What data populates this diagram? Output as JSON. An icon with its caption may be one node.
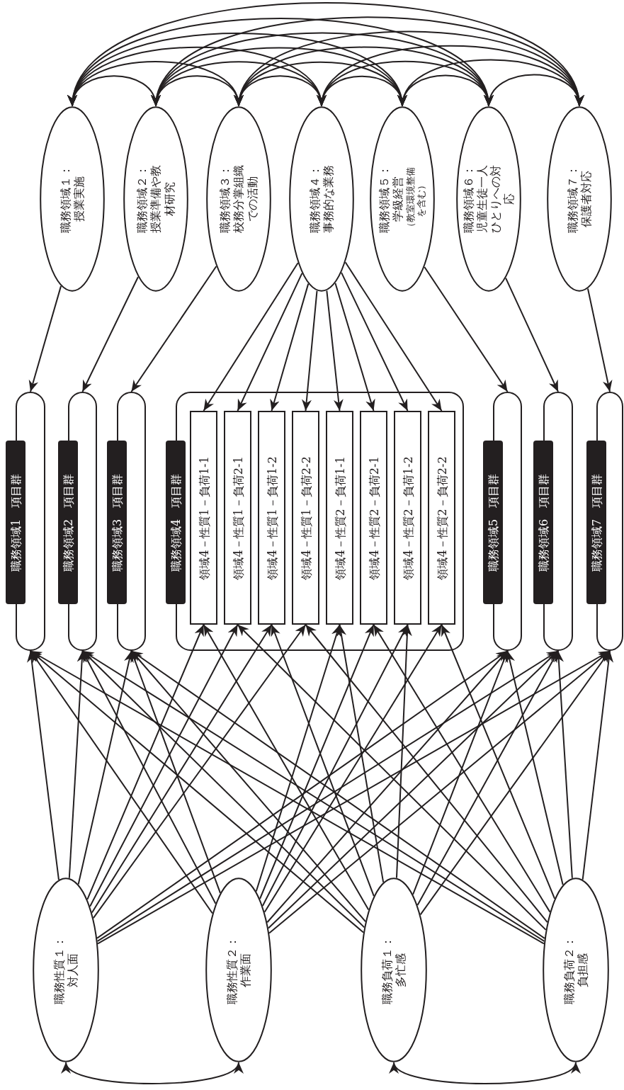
{
  "diagram": {
    "nodes": [
      {
        "text": [
          "職務領域１：授業実施"
        ]
      },
      {
        "text": [
          "職務領域２：授業準備や教材研究"
        ]
      },
      {
        "text": [
          "職務領域３：校務分掌組織での活動"
        ]
      },
      {
        "text": [
          "職務領域４：事務的な業務"
        ]
      },
      {
        "text": [
          "職務領域５：学級経営",
          "（教室環境整備を含む）"
        ]
      },
      {
        "text": [
          "職務領域６：児童生徒一人ひとりへの対応"
        ]
      },
      {
        "text": [
          "職務領域７：保護者対応"
        ]
      },
      {
        "text": [
          "職務領域1　項目群"
        ]
      },
      {
        "text": [
          "職務領域2　項目群"
        ]
      },
      {
        "text": [
          "職務領域3　項目群"
        ]
      },
      {
        "text": [
          "職務領域4　項目群"
        ]
      },
      {
        "text": [
          "領域4－性質1－負荷1-1"
        ],
        "in": 10
      },
      {
        "text": [
          "領域4－性質1－負荷2-1"
        ],
        "in": 10
      },
      {
        "text": [
          "領域4－性質1－負荷1-2"
        ],
        "in": 10
      },
      {
        "text": [
          "領域4－性質1－負荷2-2"
        ],
        "in": 10
      },
      {
        "text": [
          "領域4－性質2－負荷1-1"
        ],
        "in": 10
      },
      {
        "text": [
          "領域4－性質2－負荷2-1"
        ],
        "in": 10
      },
      {
        "text": [
          "領域4－性質2－負荷1-2"
        ],
        "in": 10
      },
      {
        "text": [
          "領域4－性質2－負荷2-2"
        ],
        "in": 10
      },
      {
        "text": [
          "職務領域5　項目群"
        ]
      },
      {
        "text": [
          "職務領域6　項目群"
        ]
      },
      {
        "text": [
          "職務領域7　項目群"
        ]
      },
      {
        "text": [
          "職務性質１：対人面"
        ]
      },
      {
        "text": [
          "職務性質２：作業面"
        ]
      },
      {
        "text": [
          "職務負荷１：多忙感"
        ]
      },
      {
        "text": [
          "職務負荷２：負担感"
        ]
      }
    ],
    "edges": [
      {
        "from": 0,
        "to": 1,
        "arrow": "both"
      },
      {
        "from": 0,
        "to": 2,
        "arrow": "both"
      },
      {
        "from": 0,
        "to": 3,
        "arrow": "both"
      },
      {
        "from": 0,
        "to": 4,
        "arrow": "both"
      },
      {
        "from": 0,
        "to": 5,
        "arrow": "both"
      },
      {
        "from": 0,
        "to": 6,
        "arrow": "both"
      },
      {
        "from": 1,
        "to": 2,
        "arrow": "both"
      },
      {
        "from": 1,
        "to": 3,
        "arrow": "both"
      },
      {
        "from": 1,
        "to": 4,
        "arrow": "both"
      },
      {
        "from": 1,
        "to": 5,
        "arrow": "both"
      },
      {
        "from": 1,
        "to": 6,
        "arrow": "both"
      },
      {
        "from": 2,
        "to": 3,
        "arrow": "both"
      },
      {
        "from": 2,
        "to": 4,
        "arrow": "both"
      },
      {
        "from": 2,
        "to": 5,
        "arrow": "both"
      },
      {
        "from": 2,
        "to": 6,
        "arrow": "both"
      },
      {
        "from": 3,
        "to": 4,
        "arrow": "both"
      },
      {
        "from": 3,
        "to": 5,
        "arrow": "both"
      },
      {
        "from": 3,
        "to": 6,
        "arrow": "both"
      },
      {
        "from": 4,
        "to": 5,
        "arrow": "both"
      },
      {
        "from": 4,
        "to": 6,
        "arrow": "both"
      },
      {
        "from": 5,
        "to": 6,
        "arrow": "both"
      },
      {
        "from": 0,
        "to": 7,
        "arrow": "to"
      },
      {
        "from": 1,
        "to": 8,
        "arrow": "to"
      },
      {
        "from": 2,
        "to": 9,
        "arrow": "to"
      },
      {
        "from": 3,
        "to": 11,
        "arrow": "to"
      },
      {
        "from": 3,
        "to": 12,
        "arrow": "to"
      },
      {
        "from": 3,
        "to": 13,
        "arrow": "to"
      },
      {
        "from": 3,
        "to": 14,
        "arrow": "to"
      },
      {
        "from": 3,
        "to": 15,
        "arrow": "to"
      },
      {
        "from": 3,
        "to": 16,
        "arrow": "to"
      },
      {
        "from": 3,
        "to": 17,
        "arrow": "to"
      },
      {
        "from": 3,
        "to": 18,
        "arrow": "to"
      },
      {
        "from": 4,
        "to": 19,
        "arrow": "to"
      },
      {
        "from": 5,
        "to": 20,
        "arrow": "to"
      },
      {
        "from": 6,
        "to": 21,
        "arrow": "to"
      },
      {
        "from": 22,
        "to": 7,
        "arrow": "to"
      },
      {
        "from": 22,
        "to": 8,
        "arrow": "to"
      },
      {
        "from": 22,
        "to": 9,
        "arrow": "to"
      },
      {
        "from": 22,
        "to": 11,
        "arrow": "to"
      },
      {
        "from": 22,
        "to": 12,
        "arrow": "to"
      },
      {
        "from": 22,
        "to": 13,
        "arrow": "to"
      },
      {
        "from": 22,
        "to": 14,
        "arrow": "to"
      },
      {
        "from": 22,
        "to": 19,
        "arrow": "to"
      },
      {
        "from": 22,
        "to": 20,
        "arrow": "to"
      },
      {
        "from": 22,
        "to": 21,
        "arrow": "to"
      },
      {
        "from": 23,
        "to": 7,
        "arrow": "to"
      },
      {
        "from": 23,
        "to": 8,
        "arrow": "to"
      },
      {
        "from": 23,
        "to": 9,
        "arrow": "to"
      },
      {
        "from": 23,
        "to": 15,
        "arrow": "to"
      },
      {
        "from": 23,
        "to": 16,
        "arrow": "to"
      },
      {
        "from": 23,
        "to": 17,
        "arrow": "to"
      },
      {
        "from": 23,
        "to": 18,
        "arrow": "to"
      },
      {
        "from": 23,
        "to": 19,
        "arrow": "to"
      },
      {
        "from": 23,
        "to": 20,
        "arrow": "to"
      },
      {
        "from": 23,
        "to": 21,
        "arrow": "to"
      },
      {
        "from": 24,
        "to": 7,
        "arrow": "to"
      },
      {
        "from": 24,
        "to": 8,
        "arrow": "to"
      },
      {
        "from": 24,
        "to": 9,
        "arrow": "to"
      },
      {
        "from": 24,
        "to": 11,
        "arrow": "to"
      },
      {
        "from": 24,
        "to": 13,
        "arrow": "to"
      },
      {
        "from": 24,
        "to": 15,
        "arrow": "to"
      },
      {
        "from": 24,
        "to": 17,
        "arrow": "to"
      },
      {
        "from": 24,
        "to": 19,
        "arrow": "to"
      },
      {
        "from": 24,
        "to": 20,
        "arrow": "to"
      },
      {
        "from": 24,
        "to": 21,
        "arrow": "to"
      },
      {
        "from": 25,
        "to": 7,
        "arrow": "to"
      },
      {
        "from": 25,
        "to": 8,
        "arrow": "to"
      },
      {
        "from": 25,
        "to": 9,
        "arrow": "to"
      },
      {
        "from": 25,
        "to": 12,
        "arrow": "to"
      },
      {
        "from": 25,
        "to": 14,
        "arrow": "to"
      },
      {
        "from": 25,
        "to": 16,
        "arrow": "to"
      },
      {
        "from": 25,
        "to": 18,
        "arrow": "to"
      },
      {
        "from": 25,
        "to": 19,
        "arrow": "to"
      },
      {
        "from": 25,
        "to": 20,
        "arrow": "to"
      },
      {
        "from": 25,
        "to": 21,
        "arrow": "to"
      },
      {
        "from": 22,
        "to": 23,
        "arrow": "both"
      },
      {
        "from": 24,
        "to": 25,
        "arrow": "both"
      }
    ]
  }
}
